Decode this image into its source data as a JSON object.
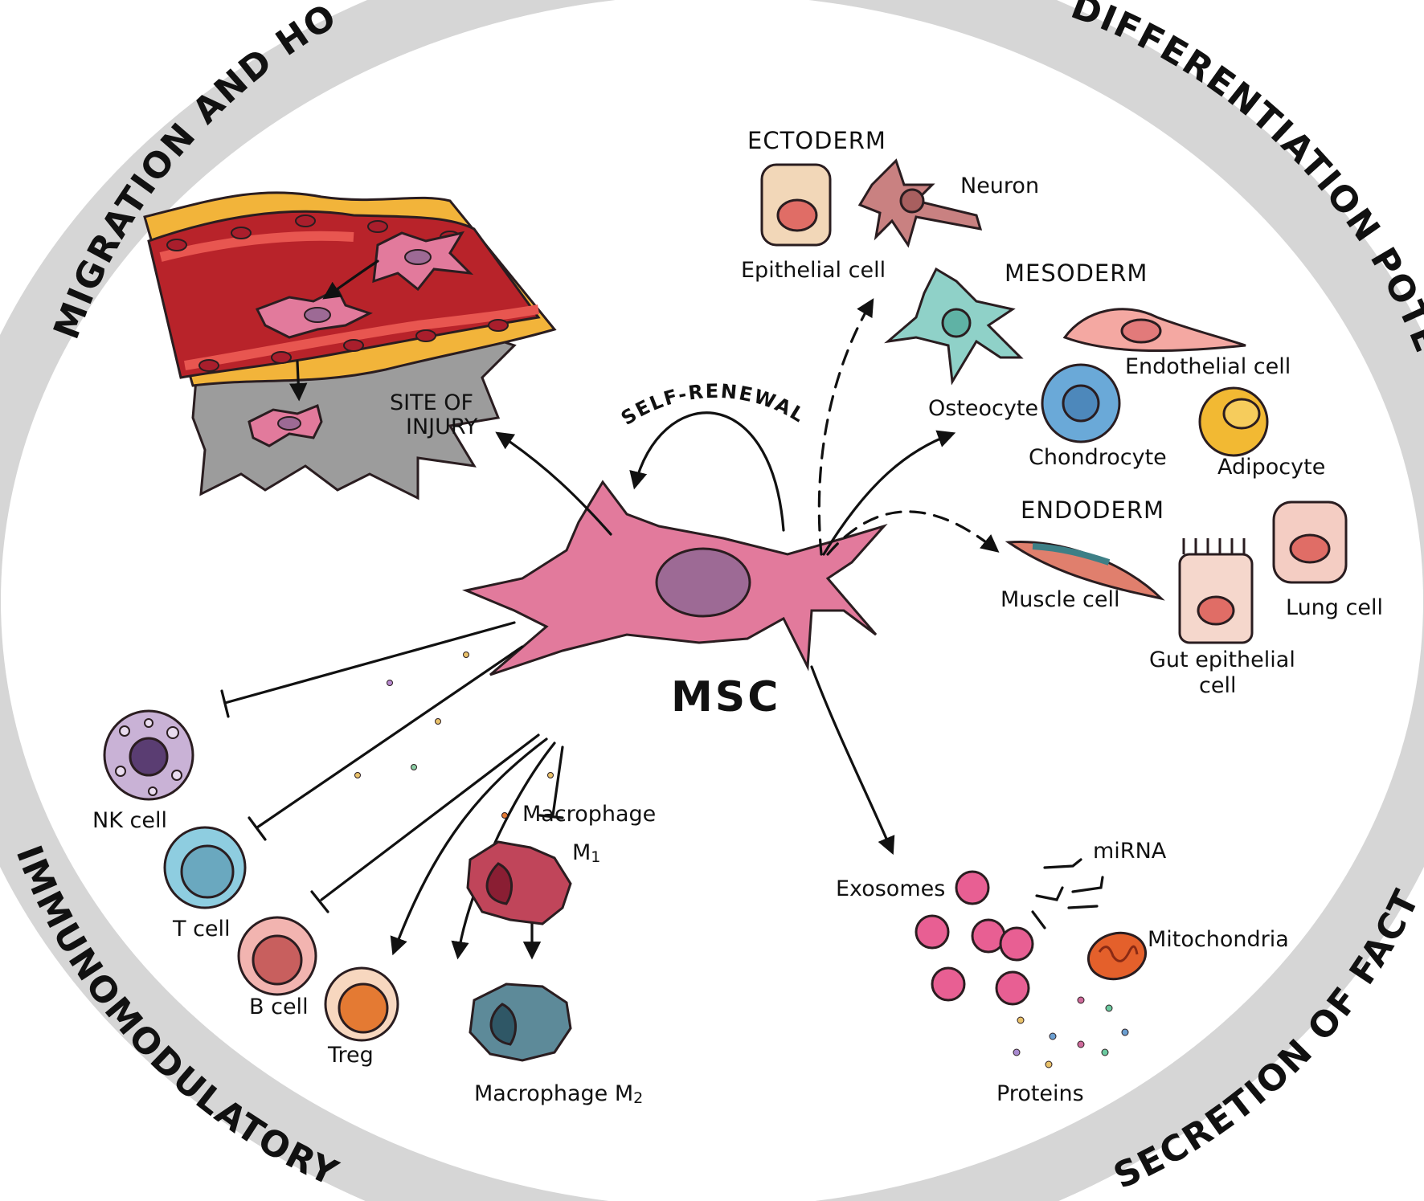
{
  "ring": {
    "migration": "MIGRATION AND HOMING",
    "differentiation": "DIFFERENTIATION POTENTIAL",
    "immuno": "IMMUNOMODULATORY EFFECT",
    "secretion": "SECRETION OF FACTORS"
  },
  "center": {
    "msc": "MSC",
    "self_renewal": "SELF-RENEWAL"
  },
  "injury": {
    "line1": "SITE OF",
    "line2": "INJURY"
  },
  "ectoderm": {
    "header": "ECTODERM",
    "epithelial": "Epithelial cell",
    "neuron": "Neuron"
  },
  "mesoderm": {
    "header": "MESODERM",
    "osteocyte": "Osteocyte",
    "endothelial": "Endothelial cell",
    "chondrocyte": "Chondrocyte",
    "adipocyte": "Adipocyte"
  },
  "endoderm": {
    "header": "ENDODERM",
    "muscle": "Muscle cell",
    "gut1": "Gut epithelial",
    "gut2": "cell",
    "lung": "Lung cell"
  },
  "immune": {
    "nk": "NK cell",
    "t": "T cell",
    "b": "B cell",
    "treg": "Treg",
    "m1a": "Macrophage",
    "m1b": "M",
    "m1sub": "1",
    "m2": "Macrophage M",
    "m2sub": "2"
  },
  "secretion": {
    "exosomes": "Exosomes",
    "mirna": "miRNA",
    "mito": "Mitochondria",
    "proteins": "Proteins"
  },
  "colors": {
    "ring": "#d6d6d6",
    "msc": "#e27a9c",
    "nucleus": "#9d6a95",
    "vessel": "#b8232a",
    "wall": "#f2b43a",
    "injury": "#9c9c9c"
  }
}
